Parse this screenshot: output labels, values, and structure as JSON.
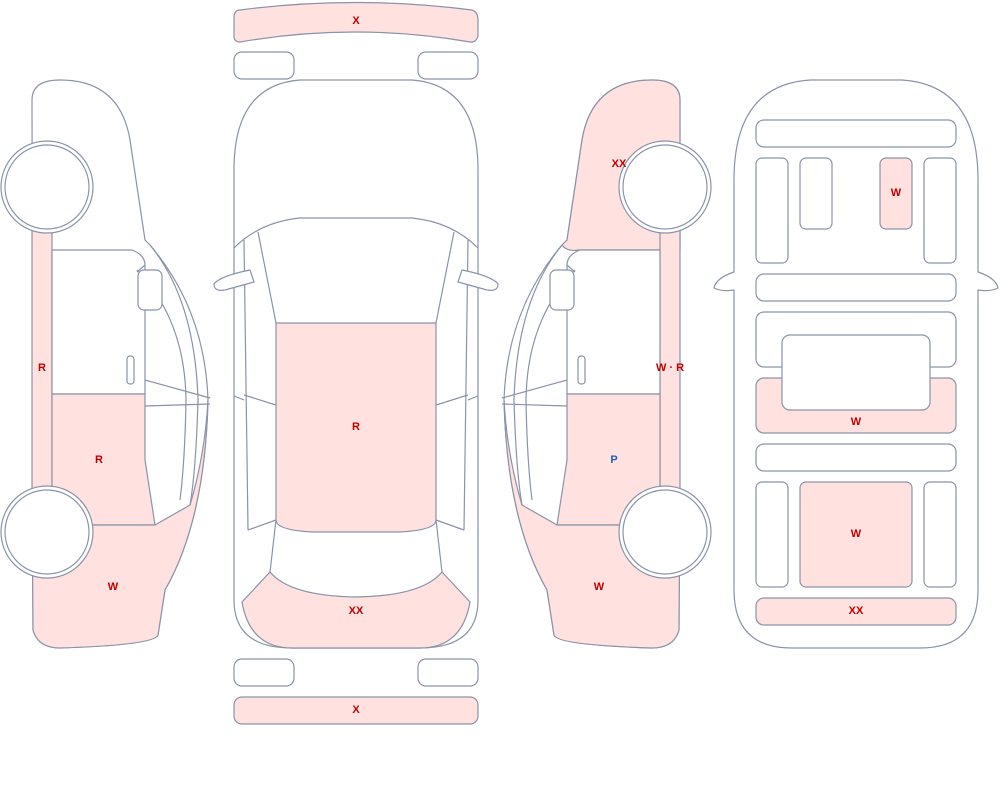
{
  "colors": {
    "damage_fill": "#ffe2df",
    "outline": "#8a93a8",
    "label_red": "#c00000",
    "label_blue": "#1f5fbf"
  },
  "labels": {
    "front_bumper": "X",
    "rear_bumper": "X",
    "top_roof": "R",
    "top_hood": "XX",
    "left_rocker": "R",
    "left_rear_door": "R",
    "left_front_fender": "W",
    "right_rear_quarter": "XX",
    "right_rocker": "W · R",
    "right_front_door": "P",
    "right_front_fender": "W",
    "interior_rear_right_seat": "W",
    "interior_front_seat": "W",
    "interior_console": "W",
    "interior_front_dash": "XX"
  }
}
